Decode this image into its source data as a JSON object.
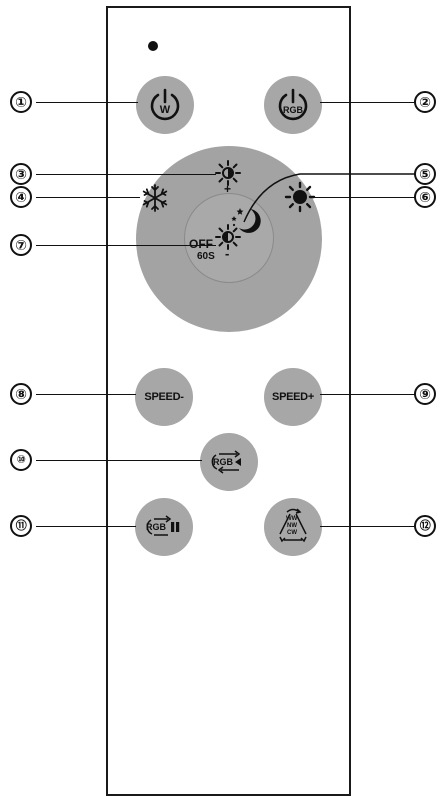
{
  "buttons": {
    "power_w": {
      "label": "W"
    },
    "power_rgb": {
      "label": "RGB"
    },
    "timer_off": {
      "label_off": "OFF",
      "label_time": "60S"
    },
    "speed_minus": {
      "label": "SPEED-"
    },
    "speed_plus": {
      "label": "SPEED+"
    },
    "rgb_mode": {
      "label": "RGB"
    },
    "rgb_pause": {
      "label": "RGB"
    },
    "cct_cycle": {
      "label_ww": "WW",
      "label_nw": "NW",
      "label_cw": "CW"
    },
    "brightness_up": {
      "sign": "+"
    },
    "brightness_down": {
      "sign": "-"
    }
  },
  "callouts": [
    "①",
    "②",
    "③",
    "⑤",
    "④",
    "⑥",
    "⑦",
    "⑧",
    "⑨",
    "⑩",
    "⑪",
    "⑫"
  ],
  "colors": {
    "button_gray": "#a7a7a7",
    "outline": "#111111"
  }
}
